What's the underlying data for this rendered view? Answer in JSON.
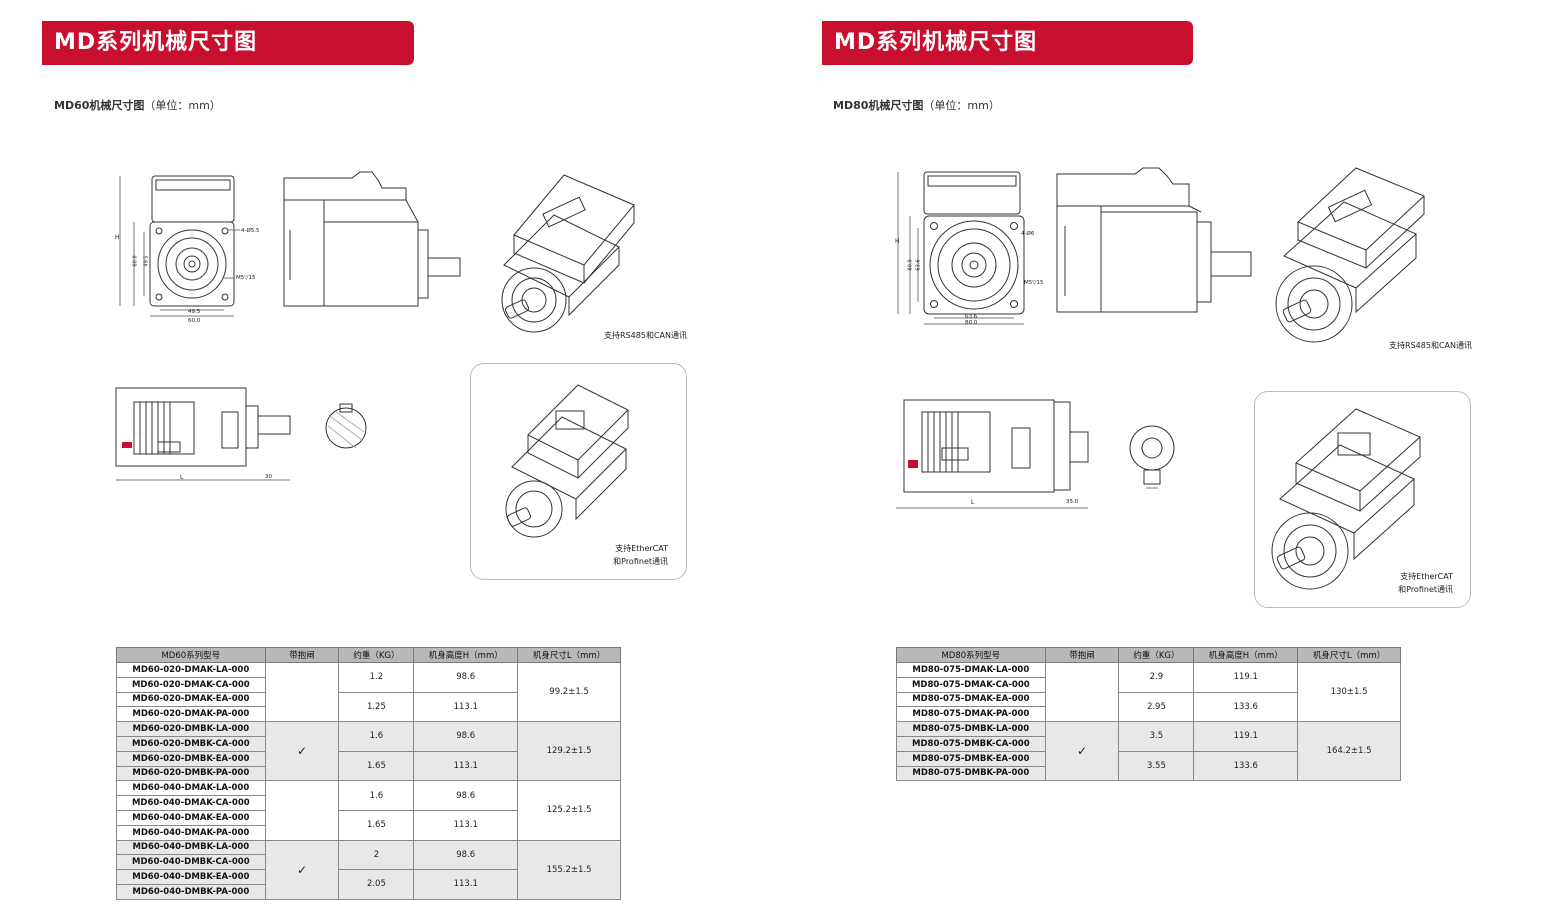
{
  "left": {
    "banner": "MD系列机械尺寸图",
    "subtitle_bold": "MD60机械尺寸图",
    "subtitle_unit": "（单位：mm）",
    "caption_rs485": "支持RS485和CAN通讯",
    "caption_ethercat_1": "支持EtherCAT",
    "caption_ethercat_2": "和Profinet通讯",
    "dims": {
      "hole": "4-Ø5.5",
      "thread": "M5▽15",
      "w1": "49.5",
      "w2": "60.0",
      "h1": "60.0",
      "h2": "49.5",
      "H": "H",
      "L": "L",
      "shaft": "30"
    },
    "table": {
      "headers": [
        "MD60系列型号",
        "带抱闸",
        "约重（KG）",
        "机身高度H（mm）",
        "机身尺寸L（mm）"
      ],
      "rows": [
        {
          "model": "MD60-020-DMAK-LA-000"
        },
        {
          "model": "MD60-020-DMAK-CA-000"
        },
        {
          "model": "MD60-020-DMAK-EA-000"
        },
        {
          "model": "MD60-020-DMAK-PA-000"
        },
        {
          "model": "MD60-020-DMBK-LA-000"
        },
        {
          "model": "MD60-020-DMBK-CA-000"
        },
        {
          "model": "MD60-020-DMBK-EA-000"
        },
        {
          "model": "MD60-020-DMBK-PA-000"
        },
        {
          "model": "MD60-040-DMAK-LA-000"
        },
        {
          "model": "MD60-040-DMAK-CA-000"
        },
        {
          "model": "MD60-040-DMAK-EA-000"
        },
        {
          "model": "MD60-040-DMAK-PA-000"
        },
        {
          "model": "MD60-040-DMBK-LA-000"
        },
        {
          "model": "MD60-040-DMBK-CA-000"
        },
        {
          "model": "MD60-040-DMBK-EA-000"
        },
        {
          "model": "MD60-040-DMBK-PA-000"
        }
      ],
      "groups": [
        {
          "brake": "",
          "w1": "1.2",
          "h1": "98.6",
          "w2": "1.25",
          "h2": "113.1",
          "L": "99.2±1.5"
        },
        {
          "brake": "✓",
          "w1": "1.6",
          "h1": "98.6",
          "w2": "1.65",
          "h2": "113.1",
          "L": "129.2±1.5"
        },
        {
          "brake": "",
          "w1": "1.6",
          "h1": "98.6",
          "w2": "1.65",
          "h2": "113.1",
          "L": "125.2±1.5"
        },
        {
          "brake": "✓",
          "w1": "2",
          "h1": "98.6",
          "w2": "2.05",
          "h2": "113.1",
          "L": "155.2±1.5"
        }
      ]
    }
  },
  "right": {
    "banner": "MD系列机械尺寸图",
    "subtitle_bold": "MD80机械尺寸图",
    "subtitle_unit": "（单位：mm）",
    "caption_rs485": "支持RS485和CAN通讯",
    "caption_ethercat_1": "支持EtherCAT",
    "caption_ethercat_2": "和Profinet通讯",
    "dims": {
      "hole": "4-Ø6",
      "thread": "M5▽15",
      "w1": "63.6",
      "w2": "80.0",
      "h1": "80.0",
      "h2": "63.6",
      "H": "H",
      "L": "L",
      "shaft": "35.0"
    },
    "table": {
      "headers": [
        "MD80系列型号",
        "带抱闸",
        "约重（KG）",
        "机身高度H（mm）",
        "机身尺寸L（mm）"
      ],
      "rows": [
        {
          "model": "MD80-075-DMAK-LA-000"
        },
        {
          "model": "MD80-075-DMAK-CA-000"
        },
        {
          "model": "MD80-075-DMAK-EA-000"
        },
        {
          "model": "MD80-075-DMAK-PA-000"
        },
        {
          "model": "MD80-075-DMBK-LA-000"
        },
        {
          "model": "MD80-075-DMBK-CA-000"
        },
        {
          "model": "MD80-075-DMBK-EA-000"
        },
        {
          "model": "MD80-075-DMBK-PA-000"
        }
      ],
      "groups": [
        {
          "brake": "",
          "w1": "2.9",
          "h1": "119.1",
          "w2": "2.95",
          "h2": "133.6",
          "L": "130±1.5"
        },
        {
          "brake": "✓",
          "w1": "3.5",
          "h1": "119.1",
          "w2": "3.55",
          "h2": "133.6",
          "L": "164.2±1.5"
        }
      ]
    }
  }
}
